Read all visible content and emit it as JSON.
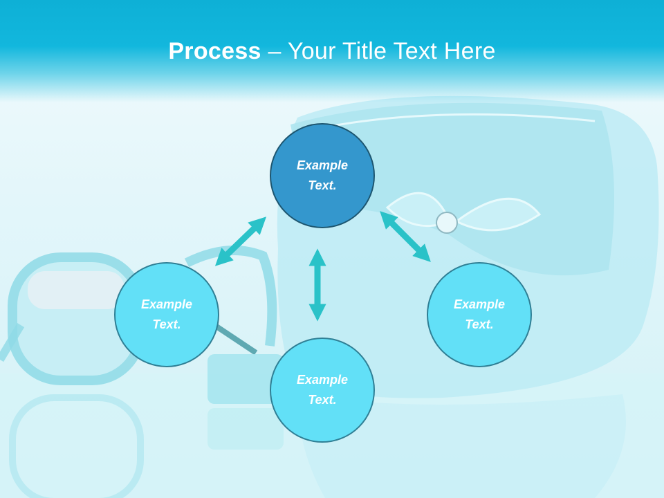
{
  "title": {
    "bold": "Process",
    "rest": " – Your Title Text Here"
  },
  "nodes": {
    "top": "Example Text.",
    "left": "Example Text.",
    "right": "Example Text.",
    "bottom": "Example Text."
  },
  "colors": {
    "title_bar": "#12b7dd",
    "center_node": "#3497cd",
    "outer_node": "#62e0f7",
    "node_border": "#2f7f95",
    "arrow": "#2ac2c8"
  }
}
